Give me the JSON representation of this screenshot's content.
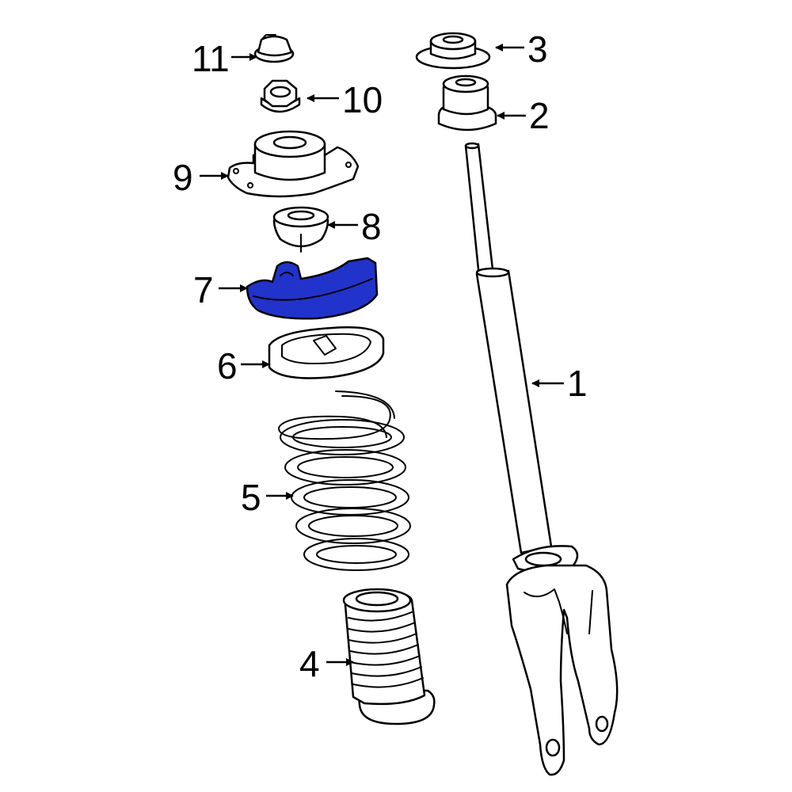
{
  "highlight_color": "#2233cc",
  "highlighted_part": "7",
  "callouts": [
    {
      "id": "1",
      "text": "1"
    },
    {
      "id": "2",
      "text": "2"
    },
    {
      "id": "3",
      "text": "3"
    },
    {
      "id": "4",
      "text": "4"
    },
    {
      "id": "5",
      "text": "5"
    },
    {
      "id": "6",
      "text": "6"
    },
    {
      "id": "7",
      "text": "7"
    },
    {
      "id": "8",
      "text": "8"
    },
    {
      "id": "9",
      "text": "9"
    },
    {
      "id": "10",
      "text": "10"
    },
    {
      "id": "11",
      "text": "11"
    }
  ]
}
